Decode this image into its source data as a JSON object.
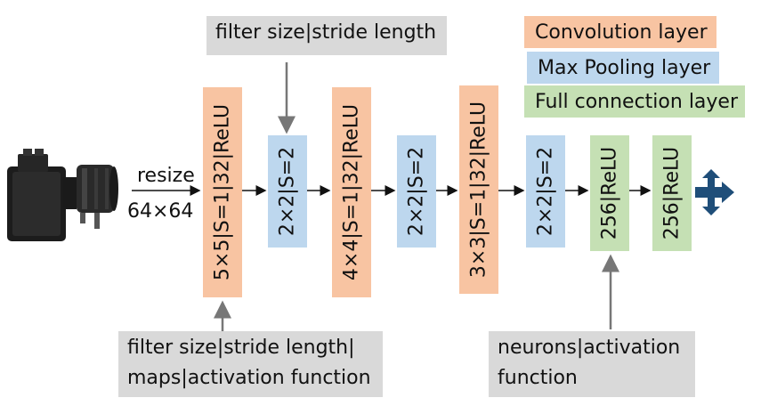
{
  "input": {
    "icon": "camera-icon",
    "resize_label": "resize",
    "size_label": "64×64"
  },
  "layers": [
    {
      "type": "convolution",
      "label": "5×5|S=1|32|ReLU"
    },
    {
      "type": "max_pooling",
      "label": "2×2|S=2"
    },
    {
      "type": "convolution",
      "label": "4×4|S=1|32|ReLU"
    },
    {
      "type": "max_pooling",
      "label": "2×2|S=2"
    },
    {
      "type": "convolution",
      "label": "3×3|S=1|32|ReLU"
    },
    {
      "type": "max_pooling",
      "label": "2×2|S=2"
    },
    {
      "type": "full_connection",
      "label": "256|ReLU"
    },
    {
      "type": "full_connection",
      "label": "256|ReLU"
    }
  ],
  "output": {
    "icon": "output-branch-arrow-icon"
  },
  "legend": {
    "convolution": "Convolution layer",
    "max_pooling": "Max Pooling layer",
    "full_connection": "Full connection layer"
  },
  "annotations": {
    "pool_note": "filter size|stride length",
    "conv_note_line1": "filter size|stride length|",
    "conv_note_line2": "maps|activation function",
    "fc_note_line1": "neurons|activation",
    "fc_note_line2": "function"
  },
  "colors": {
    "convolution": "#F8C4A2",
    "max_pooling": "#BDD7EE",
    "full_connection": "#C5E0B4",
    "note_bg": "#D9D9D9",
    "output_arrow": "#1F4E79"
  }
}
